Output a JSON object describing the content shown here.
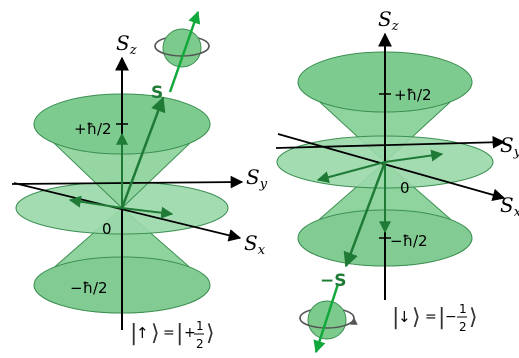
{
  "left": {
    "axis_z": {
      "main": "S",
      "sub": "z"
    },
    "axis_y": {
      "main": "S",
      "sub": "y"
    },
    "axis_x": {
      "main": "S",
      "sub": "x"
    },
    "vector_label": "S",
    "plus_label": "+ħ/2",
    "minus_label": "−ħ/2",
    "zero_label": "0",
    "ket": {
      "arrow": "↑",
      "sign": "+",
      "num": "1",
      "den": "2"
    }
  },
  "right": {
    "axis_z": {
      "main": "S",
      "sub": "z"
    },
    "axis_y": {
      "main": "S",
      "sub": "y"
    },
    "axis_x": {
      "main": "S",
      "sub": "x"
    },
    "vector_label": "−S",
    "plus_label": "+ħ/2",
    "minus_label": "−ħ/2",
    "zero_label": "0",
    "ket": {
      "arrow": "↓",
      "sign": "−",
      "num": "1",
      "den": "2"
    }
  },
  "colors": {
    "cone_fill": "#8fd49e",
    "cone_dark": "#5ab56f",
    "vector": "#1e7a35",
    "axis": "#000000",
    "sphere_fill": "#7ccb8d"
  }
}
